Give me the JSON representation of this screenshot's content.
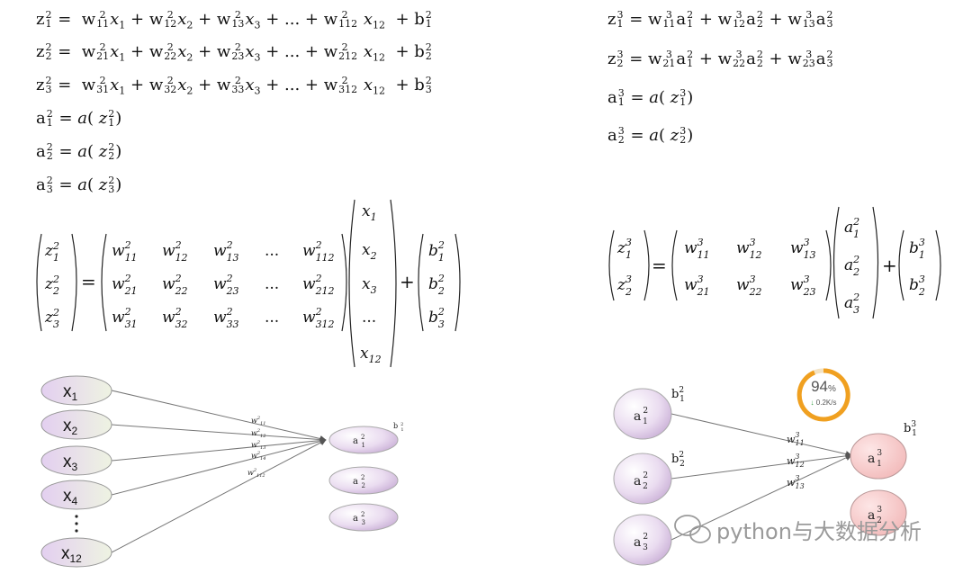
{
  "left_equations": [
    {
      "lhs": "z",
      "lhs_sup": "2",
      "lhs_sub": "1",
      "row": "1"
    },
    {
      "lhs": "z",
      "lhs_sup": "2",
      "lhs_sub": "2",
      "row": "2"
    },
    {
      "lhs": "z",
      "lhs_sup": "2",
      "lhs_sub": "3",
      "row": "3"
    }
  ],
  "left_activations": [
    "a_1^2 = a(z_1^2)",
    "a_2^2 = a(z_2^2)",
    "a_3^2 = a(z_3^2)"
  ],
  "right_equations": [
    "z_1^3",
    "z_2^3"
  ],
  "right_activations": [
    "a_1^3 = a(z_1^3)",
    "a_2^3 = a(z_2^3)"
  ],
  "left_network": {
    "inputs": [
      "x1",
      "x2",
      "x3",
      "x4",
      "x12"
    ],
    "weights": [
      "w11 2",
      "w12 2",
      "w13 2",
      "w14 2",
      "w112 2"
    ],
    "outputs": [
      "a1 2",
      "a2 2",
      "a3 2"
    ],
    "bias": "b 2"
  },
  "right_network": {
    "inputs": [
      "a1 2",
      "a2 2",
      "a3 2"
    ],
    "biases": [
      "b1 2",
      "b2 2"
    ],
    "weights": [
      "w11 3",
      "w12 3",
      "w13 3"
    ],
    "outputs": [
      "a1 3",
      "a2 3"
    ],
    "bias": "b1 3"
  },
  "gauge": {
    "percent": "94",
    "unit": "%",
    "speed": "0.2K/s",
    "fraction": 0.94,
    "color": "#f0a020"
  },
  "watermark": {
    "text": "python与大数据分析"
  }
}
